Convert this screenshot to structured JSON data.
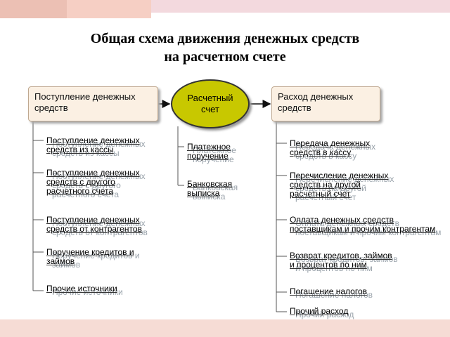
{
  "title": {
    "line1": "Общая схема движения денежных средств",
    "line2": "на расчетном счете"
  },
  "left_box": "Поступление денежных средств",
  "center": "Расчетный счет",
  "right_box": "Расход денежных средств",
  "left_items": [
    {
      "lines": [
        "Поступление денежных",
        "средств из кассы"
      ]
    },
    {
      "lines": [
        "Поступление денежных",
        "средств с другого",
        "расчетного счета"
      ]
    },
    {
      "lines": [
        "Поступление денежных",
        "средств от контрагентов"
      ]
    },
    {
      "lines": [
        "Поручение кредитов и",
        "займов"
      ]
    },
    {
      "lines": [
        "Прочие источники"
      ]
    }
  ],
  "center_items": [
    {
      "lines": [
        "Платежное",
        "поручение"
      ]
    },
    {
      "lines": [
        "Банковская",
        "выписка"
      ]
    }
  ],
  "right_items": [
    {
      "lines": [
        "Передача денежных",
        "средств в кассу"
      ]
    },
    {
      "lines": [
        "Перечисление денежных",
        "средств на другой",
        "расчетный счет"
      ]
    },
    {
      "lines": [
        "Оплата денежных средств",
        "поставщикам и прочим контрагентам"
      ]
    },
    {
      "lines": [
        "Возврат кредитов, займов",
        "и процентов по ним"
      ]
    },
    {
      "lines": [
        "Погашение налогов"
      ]
    },
    {
      "lines": [
        "Прочий расход"
      ]
    }
  ],
  "colors": {
    "ellipse_fill": "#c8c800",
    "box_fill": "#fbf0e3",
    "shadow_text": "#9aa3ab"
  }
}
